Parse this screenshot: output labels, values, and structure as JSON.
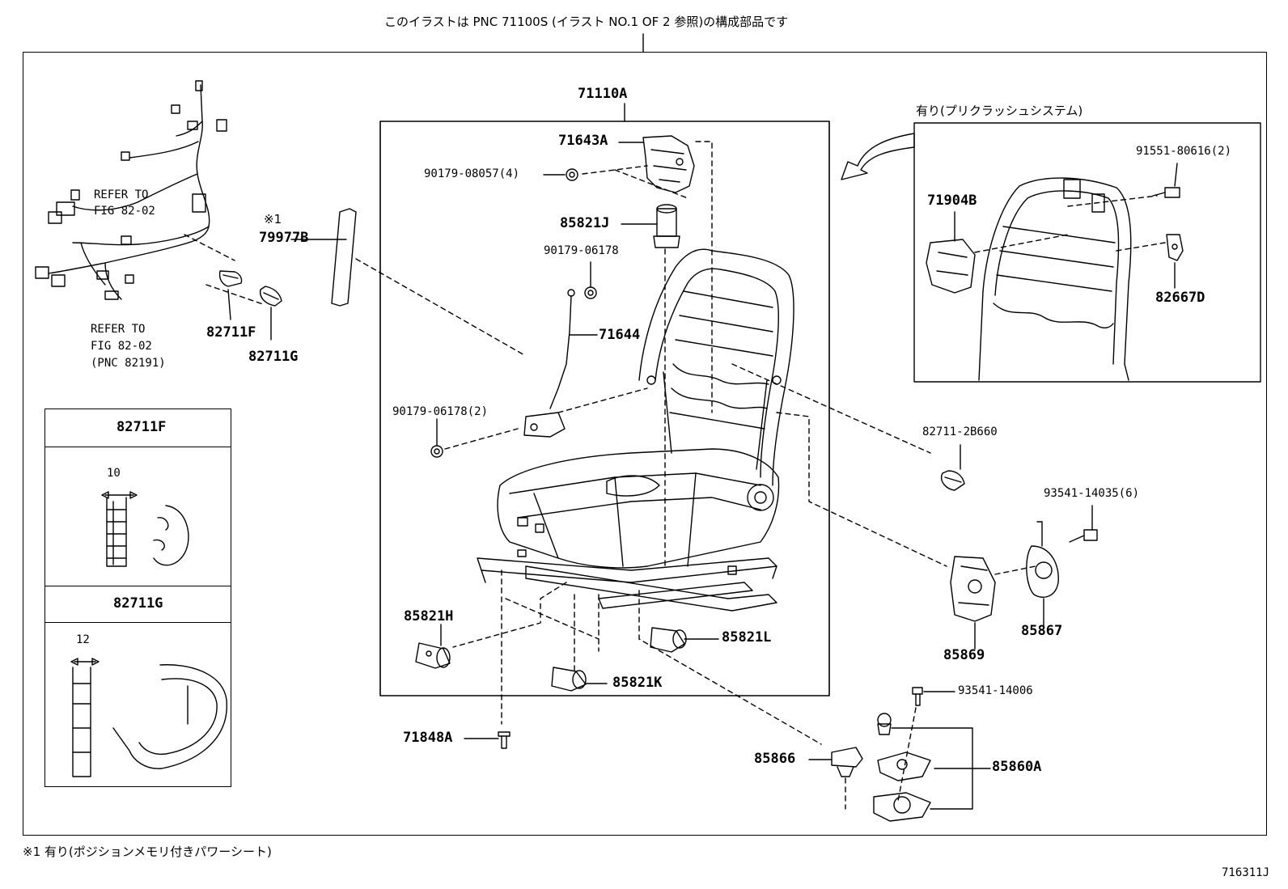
{
  "header_note": "このイラストは PNC 71100S (イラスト NO.1 OF 2 参照)の構成部品です",
  "footnote": "※1 有り(ポジションメモリ付きパワーシート)",
  "figure_id": "716311J",
  "main_assembly": "71110A",
  "inset_pre_crash": {
    "title": "有り(プリクラッシュシステム)",
    "parts": [
      "71904B",
      "91551-80616(2)",
      "82667D"
    ]
  },
  "harness": {
    "refer1_line1": "REFER TO",
    "refer1_line2": "FIG 82-02",
    "refer2_line1": "REFER TO",
    "refer2_line2": "FIG 82-02",
    "refer2_line3": "(PNC 82191)"
  },
  "mark_1": "※1",
  "detail_f": {
    "title": "82711F",
    "dimension": "10"
  },
  "detail_g": {
    "title": "82711G",
    "dimension": "12"
  },
  "labels": {
    "p71643A": "71643A",
    "p90179_08057": "90179-08057(4)",
    "p85821J": "85821J",
    "p90179_06178": "90179-06178",
    "p71644": "71644",
    "p90179_06178_2": "90179-06178(2)",
    "p79977B": "79977B",
    "p82711F": "82711F",
    "p82711G": "82711G",
    "p82711_2B660": "82711-2B660",
    "p93541_14035": "93541-14035(6)",
    "p85867": "85867",
    "p85869": "85869",
    "p85821H": "85821H",
    "p85821L": "85821L",
    "p85821K": "85821K",
    "p71848A": "71848A",
    "p93541_14006": "93541-14006",
    "p85866": "85866",
    "p85860A": "85860A"
  }
}
